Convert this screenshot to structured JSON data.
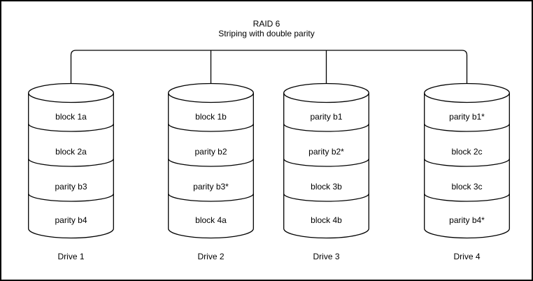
{
  "title": {
    "line1": "RAID 6",
    "line2": "Striping with double parity"
  },
  "drives": [
    {
      "label": "Drive 1",
      "blocks": [
        "block 1a",
        "block 2a",
        "parity b3",
        "parity b4"
      ]
    },
    {
      "label": "Drive 2",
      "blocks": [
        "block 1b",
        "parity b2",
        "parity b3*",
        "block 4a"
      ]
    },
    {
      "label": "Drive 3",
      "blocks": [
        "parity b1",
        "parity b2*",
        "block 3b",
        "block 4b"
      ]
    },
    {
      "label": "Drive 4",
      "blocks": [
        "parity b1*",
        "block 2c",
        "block 3c",
        "parity b4*"
      ]
    }
  ],
  "colors": {
    "stroke": "#000000",
    "background": "#ffffff",
    "text": "#000000",
    "border": "#000000"
  }
}
